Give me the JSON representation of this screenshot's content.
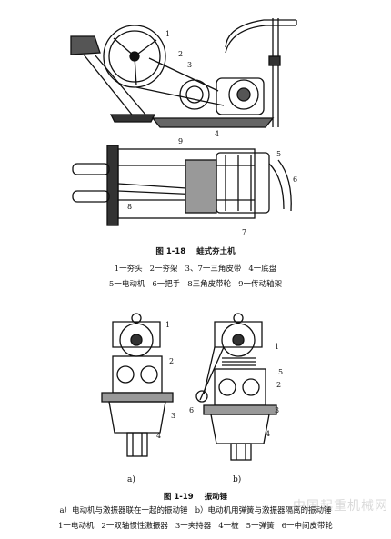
{
  "figure_1_18": {
    "number": "图 1-18",
    "title": "蛙式夯土机",
    "callouts": [
      "1",
      "2",
      "3",
      "4",
      "9",
      "5",
      "6",
      "8",
      "7"
    ],
    "legend_row1": [
      "1一夯头",
      "2一夯架",
      "3、7一三角皮带",
      "4一底盘"
    ],
    "legend_row2": [
      "5一电动机",
      "6一把手",
      "8三角皮带轮",
      "9一传动轴架"
    ]
  },
  "figure_1_19": {
    "number": "图 1-19",
    "title": "振动锤",
    "sub_a": "a)",
    "sub_b": "b)",
    "callouts_a": [
      "1",
      "2",
      "3",
      "4"
    ],
    "callouts_b": [
      "1",
      "5",
      "2",
      "3",
      "4",
      "6"
    ],
    "legend_row1": [
      "a）电动机与激振器联在一起的振动锤",
      "b）电动机用弹簧与激振器隔离的振动锤"
    ],
    "legend_row2": [
      "1一电动机",
      "2一双轴惯性激振器",
      "3一夹持器",
      "4一桩",
      "5一弹簧",
      "6一中间皮带轮"
    ]
  },
  "watermark": "中国起重机械网"
}
